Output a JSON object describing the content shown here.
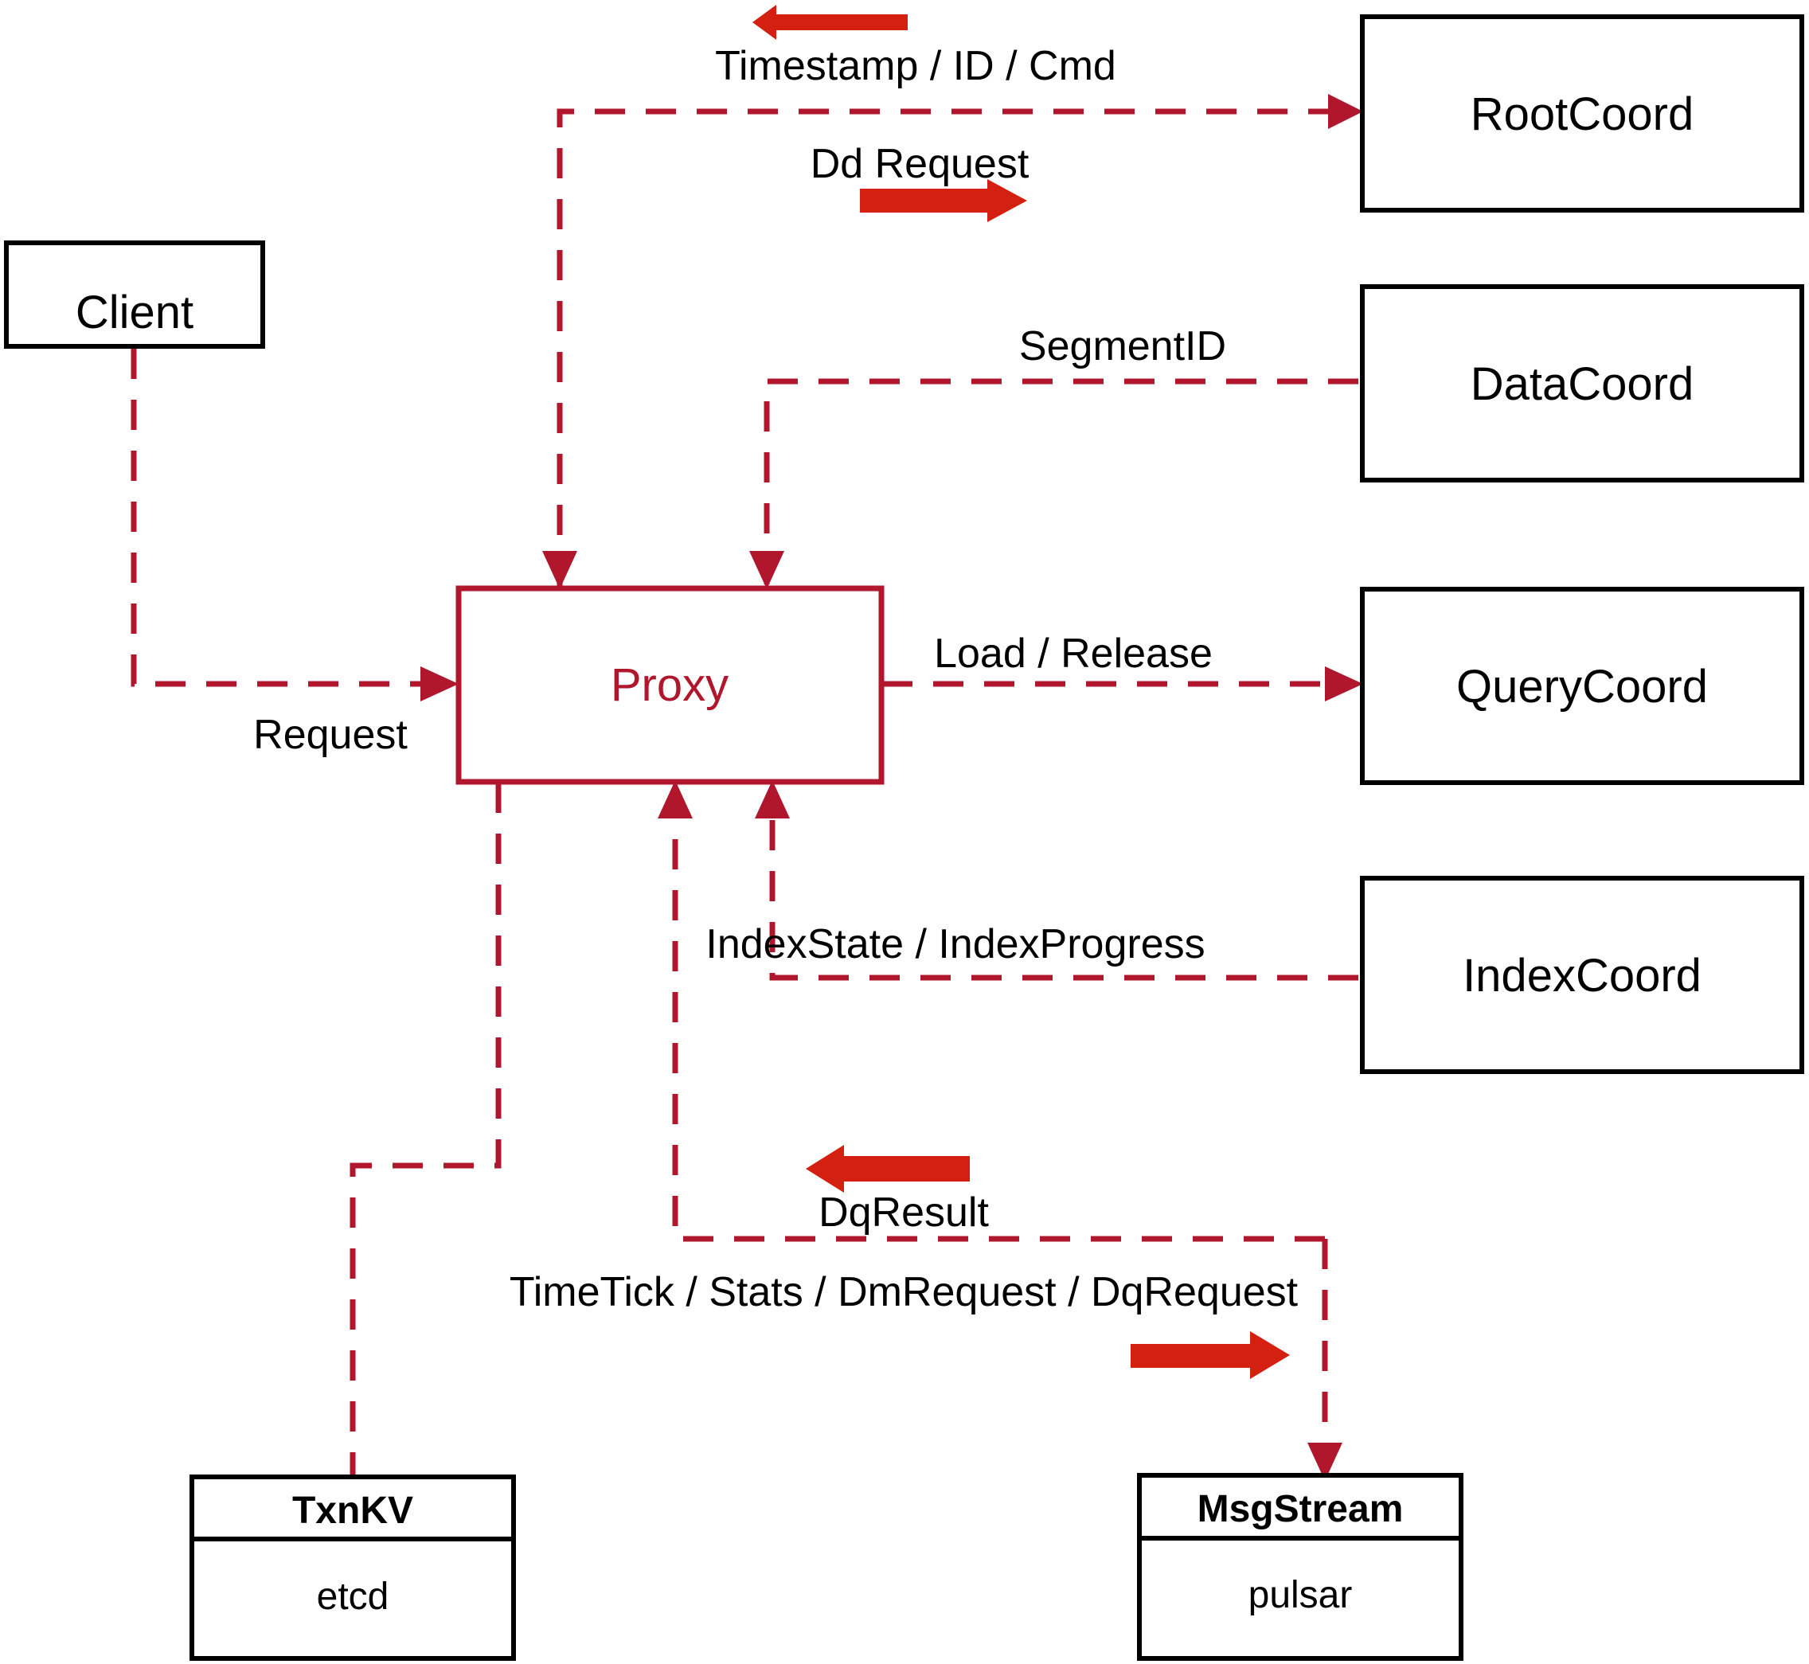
{
  "diagram": {
    "title": "Proxy architecture data flow",
    "colors": {
      "accent_red": "#b0172c",
      "arrow_red": "#d32010",
      "box_stroke": "#000000",
      "background": "#ffffff"
    },
    "nodes": [
      {
        "id": "client",
        "label": "Client"
      },
      {
        "id": "proxy",
        "label": "Proxy"
      },
      {
        "id": "rootcoord",
        "label": "RootCoord"
      },
      {
        "id": "datacoord",
        "label": "DataCoord"
      },
      {
        "id": "querycoord",
        "label": "QueryCoord"
      },
      {
        "id": "indexcoord",
        "label": "IndexCoord"
      },
      {
        "id": "txnkv",
        "label": "TxnKV",
        "sub": "etcd"
      },
      {
        "id": "msgstream",
        "label": "MsgStream",
        "sub": "pulsar"
      }
    ],
    "edges": [
      {
        "id": "timestamp-id-cmd",
        "label": "Timestamp / ID / Cmd",
        "from": "rootcoord",
        "to": "proxy"
      },
      {
        "id": "dd-request",
        "label": "Dd Request",
        "from": "proxy",
        "to": "rootcoord"
      },
      {
        "id": "segmentid",
        "label": "SegmentID",
        "from": "datacoord",
        "to": "proxy"
      },
      {
        "id": "request",
        "label": "Request",
        "from": "client",
        "to": "proxy"
      },
      {
        "id": "load-release",
        "label": "Load / Release",
        "from": "proxy",
        "to": "querycoord"
      },
      {
        "id": "index-state",
        "label": "IndexState / IndexProgress",
        "from": "indexcoord",
        "to": "proxy"
      },
      {
        "id": "dq-result",
        "label": "DqResult",
        "from": "msgstream",
        "to": "proxy"
      },
      {
        "id": "timetick-stats",
        "label": "TimeTick / Stats / DmRequest / DqRequest",
        "from": "proxy",
        "to": "msgstream"
      }
    ]
  }
}
